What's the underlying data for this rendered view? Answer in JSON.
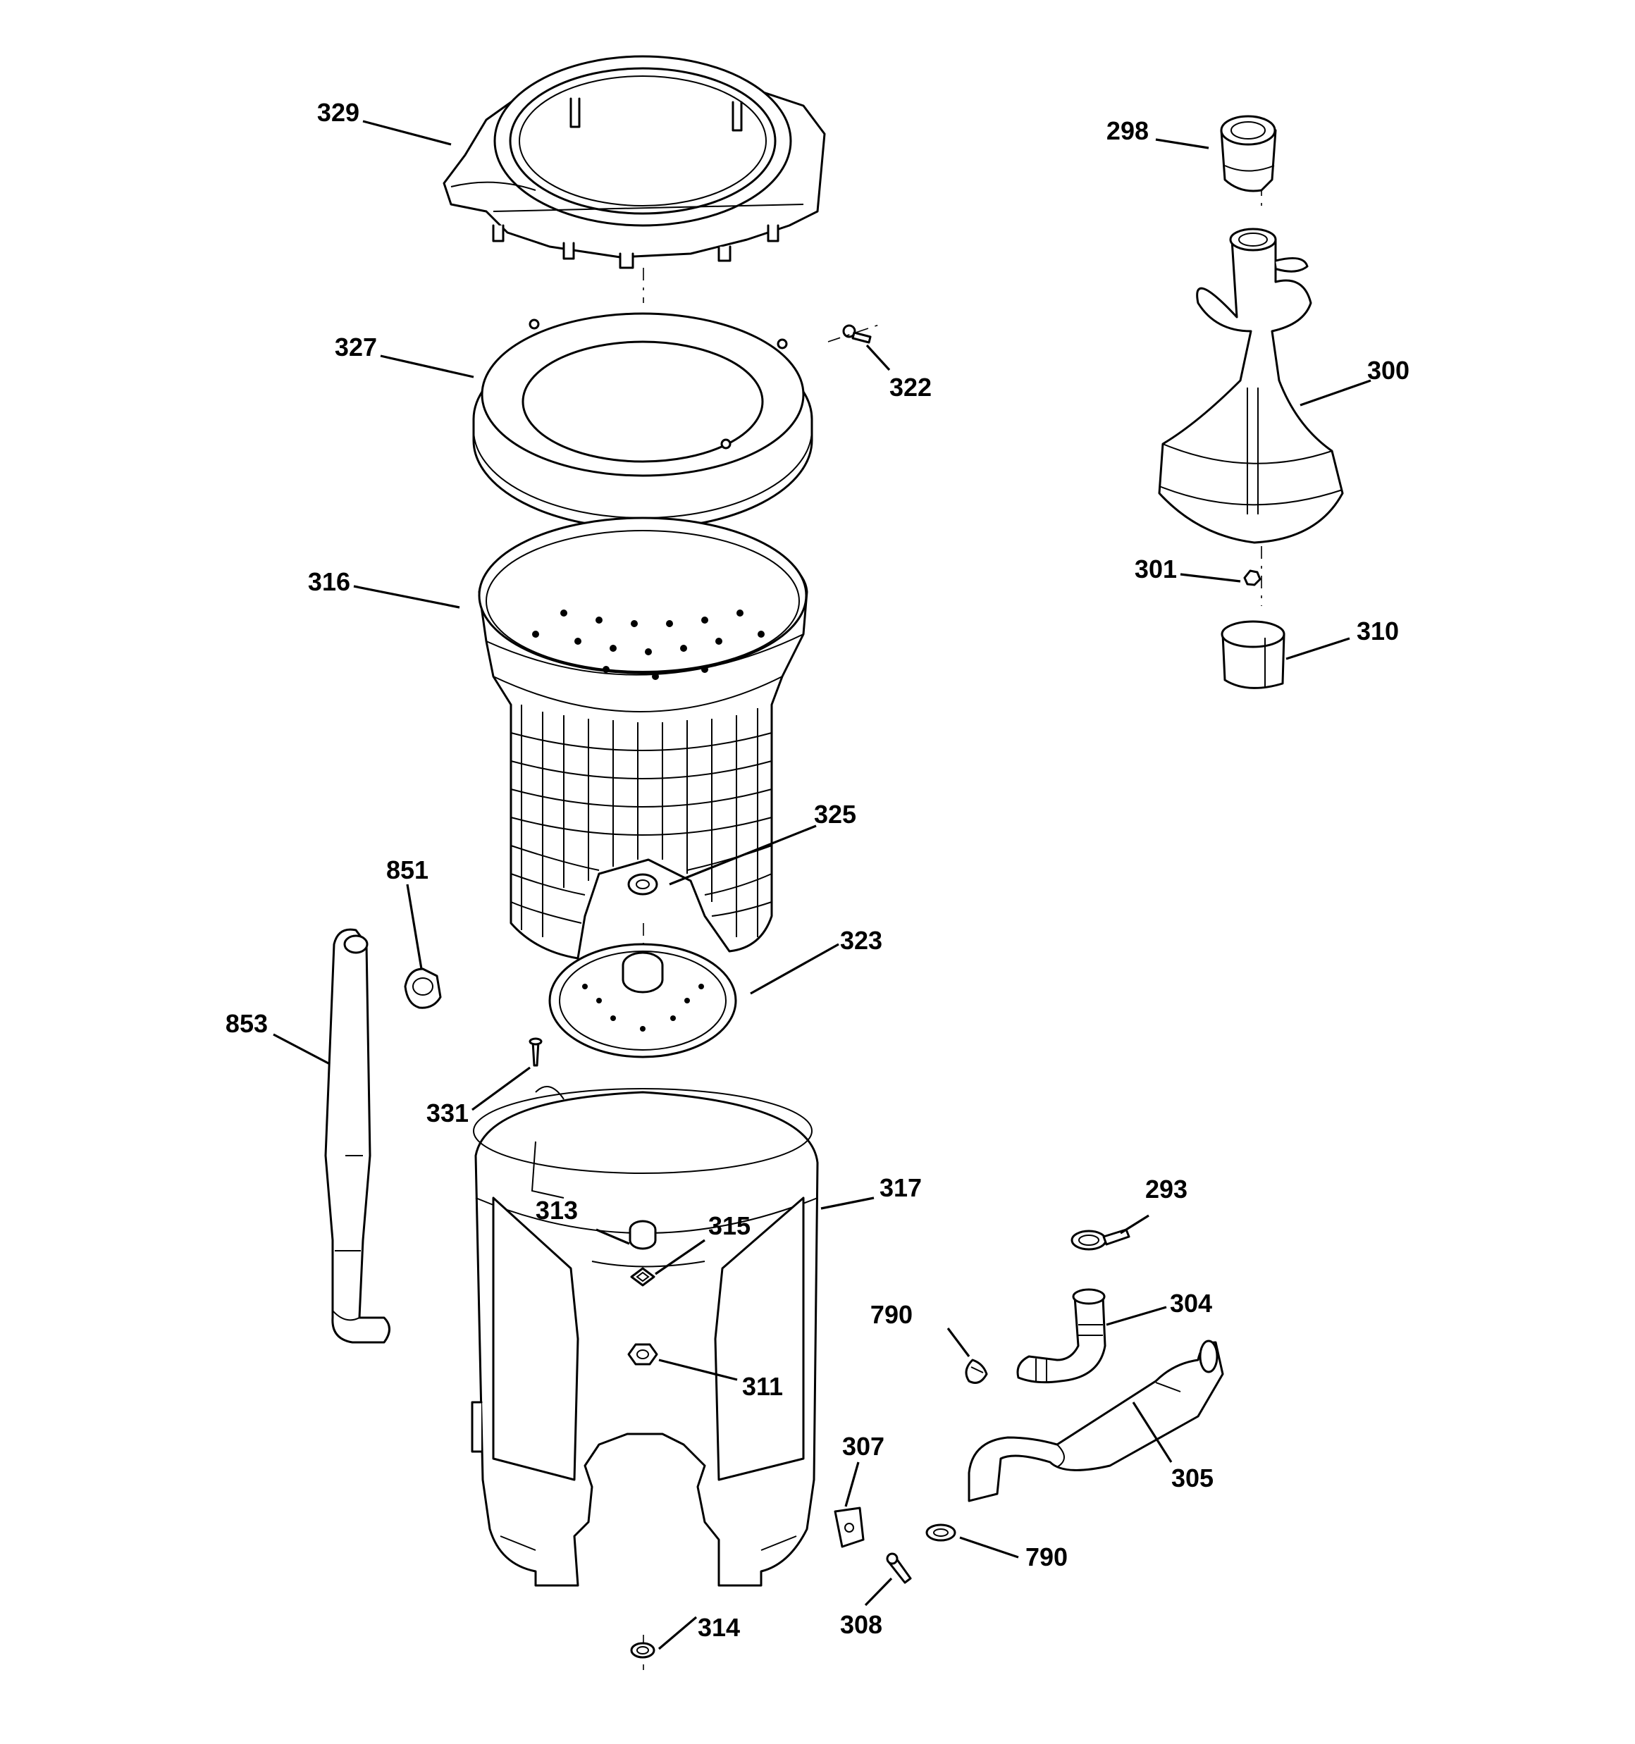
{
  "diagram": {
    "callouts": [
      {
        "id": "329",
        "label": "329"
      },
      {
        "id": "327",
        "label": "327"
      },
      {
        "id": "322",
        "label": "322"
      },
      {
        "id": "316",
        "label": "316"
      },
      {
        "id": "325",
        "label": "325"
      },
      {
        "id": "851",
        "label": "851"
      },
      {
        "id": "853",
        "label": "853"
      },
      {
        "id": "323",
        "label": "323"
      },
      {
        "id": "331",
        "label": "331"
      },
      {
        "id": "317",
        "label": "317"
      },
      {
        "id": "313",
        "label": "313"
      },
      {
        "id": "315",
        "label": "315"
      },
      {
        "id": "311",
        "label": "311"
      },
      {
        "id": "314",
        "label": "314"
      },
      {
        "id": "298",
        "label": "298"
      },
      {
        "id": "300",
        "label": "300"
      },
      {
        "id": "301",
        "label": "301"
      },
      {
        "id": "310",
        "label": "310"
      },
      {
        "id": "293",
        "label": "293"
      },
      {
        "id": "304",
        "label": "304"
      },
      {
        "id": "790a",
        "label": "790"
      },
      {
        "id": "305",
        "label": "305"
      },
      {
        "id": "307",
        "label": "307"
      },
      {
        "id": "790b",
        "label": "790"
      },
      {
        "id": "308",
        "label": "308"
      }
    ]
  }
}
